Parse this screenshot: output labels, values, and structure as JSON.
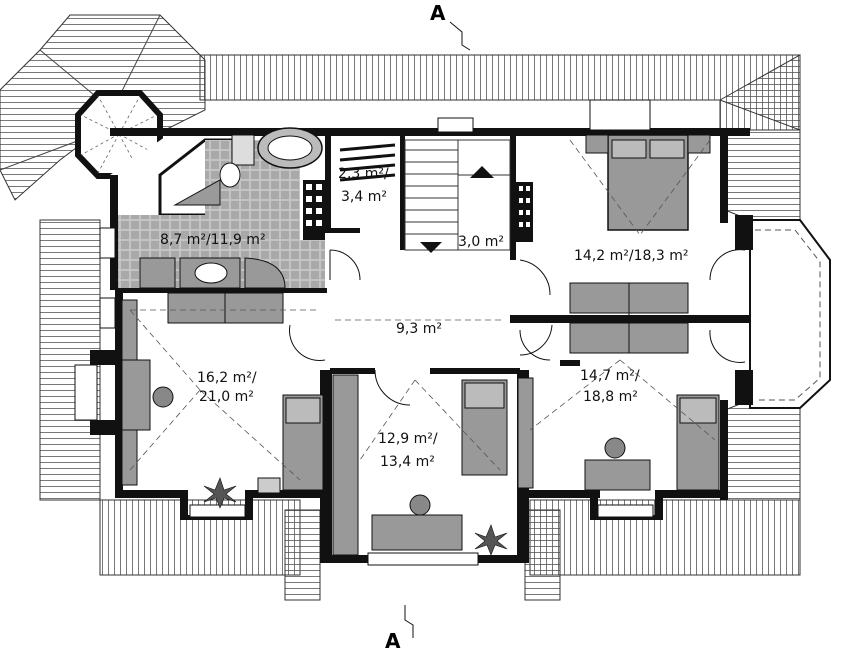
{
  "section_marks": {
    "top": "A",
    "bottom": "A"
  },
  "rooms": [
    {
      "id": "bathroom",
      "area_line1": "8,7 m²/11,9 m²"
    },
    {
      "id": "wardrobe",
      "area_line1": "2,3 m²/",
      "area_line2": "3,4 m²"
    },
    {
      "id": "stairs",
      "area_line1": "3,0 m²"
    },
    {
      "id": "bedroom-ne",
      "area_line1": "14,2 m²/18,3 m²"
    },
    {
      "id": "hall",
      "area_line1": "9,3 m²"
    },
    {
      "id": "room-w",
      "area_line1": "16,2 m²/",
      "area_line2": "21,0 m²"
    },
    {
      "id": "room-s",
      "area_line1": "12,9 m²/",
      "area_line2": "13,4 m²"
    },
    {
      "id": "room-e",
      "area_line1": "14,7 m²/",
      "area_line2": "18,8 m²"
    }
  ],
  "colors": {
    "wall": "#111111",
    "roof_line": "#444444",
    "furniture": "#8a8a8a",
    "tile": "#b8b8b8"
  }
}
